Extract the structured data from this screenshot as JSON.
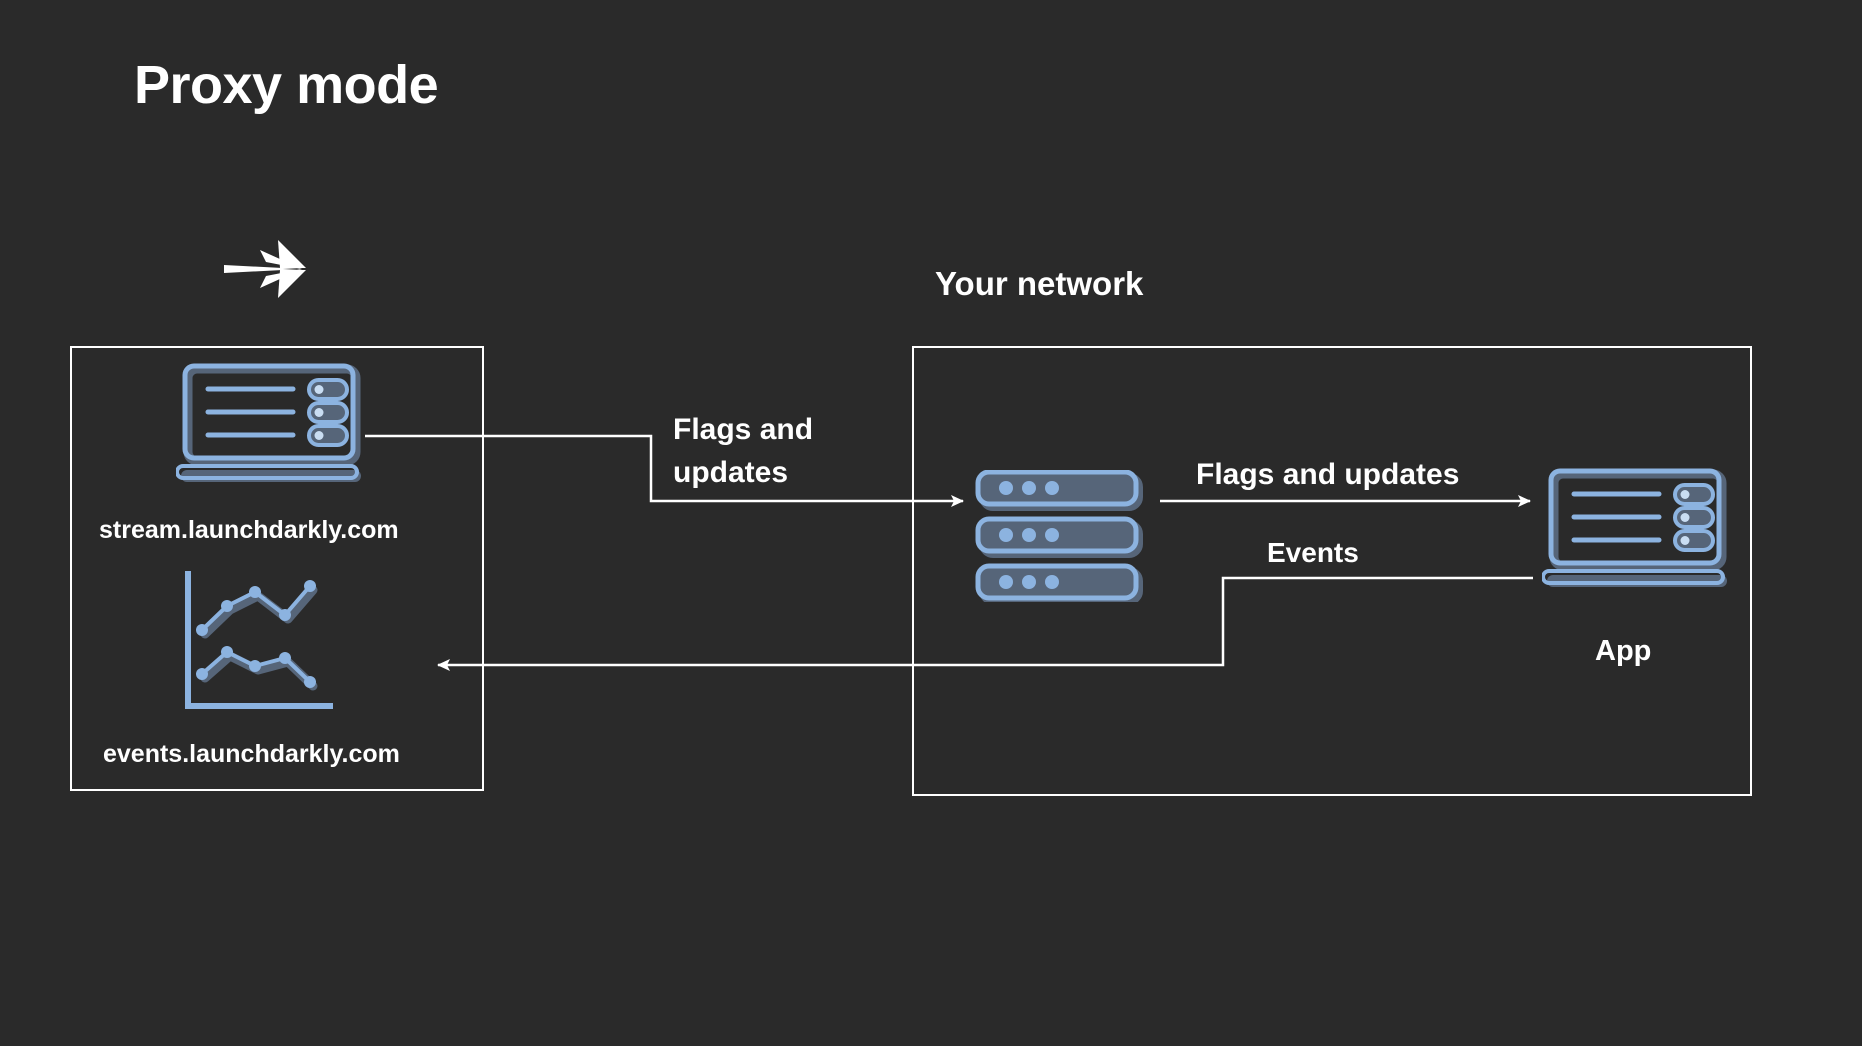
{
  "page": {
    "title": "Proxy mode",
    "background_color": "#2a2a2a",
    "text_color": "#ffffff",
    "accent_color": "#8cb3e0",
    "icon_fill_color": "#566579"
  },
  "logo": {
    "icon": "launchdarkly-arrow-icon"
  },
  "boxes": [
    {
      "id": "launchdarkly",
      "title": "",
      "nodes": [
        {
          "id": "stream",
          "icon": "laptop-flags-icon",
          "label": "stream.launchdarkly.com"
        },
        {
          "id": "events",
          "icon": "line-chart-icon",
          "label": "events.launchdarkly.com"
        }
      ]
    },
    {
      "id": "network",
      "title": "Your network",
      "nodes": [
        {
          "id": "relay",
          "icon": "server-stack-icon",
          "label": ""
        },
        {
          "id": "app",
          "icon": "laptop-flags-icon",
          "label": "App"
        }
      ]
    }
  ],
  "edges": [
    {
      "id": "stream-to-relay",
      "label": "Flags and\nupdates",
      "from": "stream",
      "to": "relay",
      "direction": "right"
    },
    {
      "id": "relay-to-app",
      "label": "Flags and updates",
      "from": "relay",
      "to": "app",
      "direction": "right"
    },
    {
      "id": "app-to-relay-events",
      "label": "Events",
      "from": "app",
      "to": "events",
      "direction": "left"
    }
  ],
  "icons": {
    "laptop": {
      "name": "laptop-flags-icon",
      "rows": 3,
      "toggles": 3
    },
    "chart": {
      "name": "line-chart-icon",
      "series": 2,
      "points_per_series": 5
    },
    "server": {
      "name": "server-stack-icon",
      "units": 3,
      "dots_per_unit": 3
    }
  }
}
